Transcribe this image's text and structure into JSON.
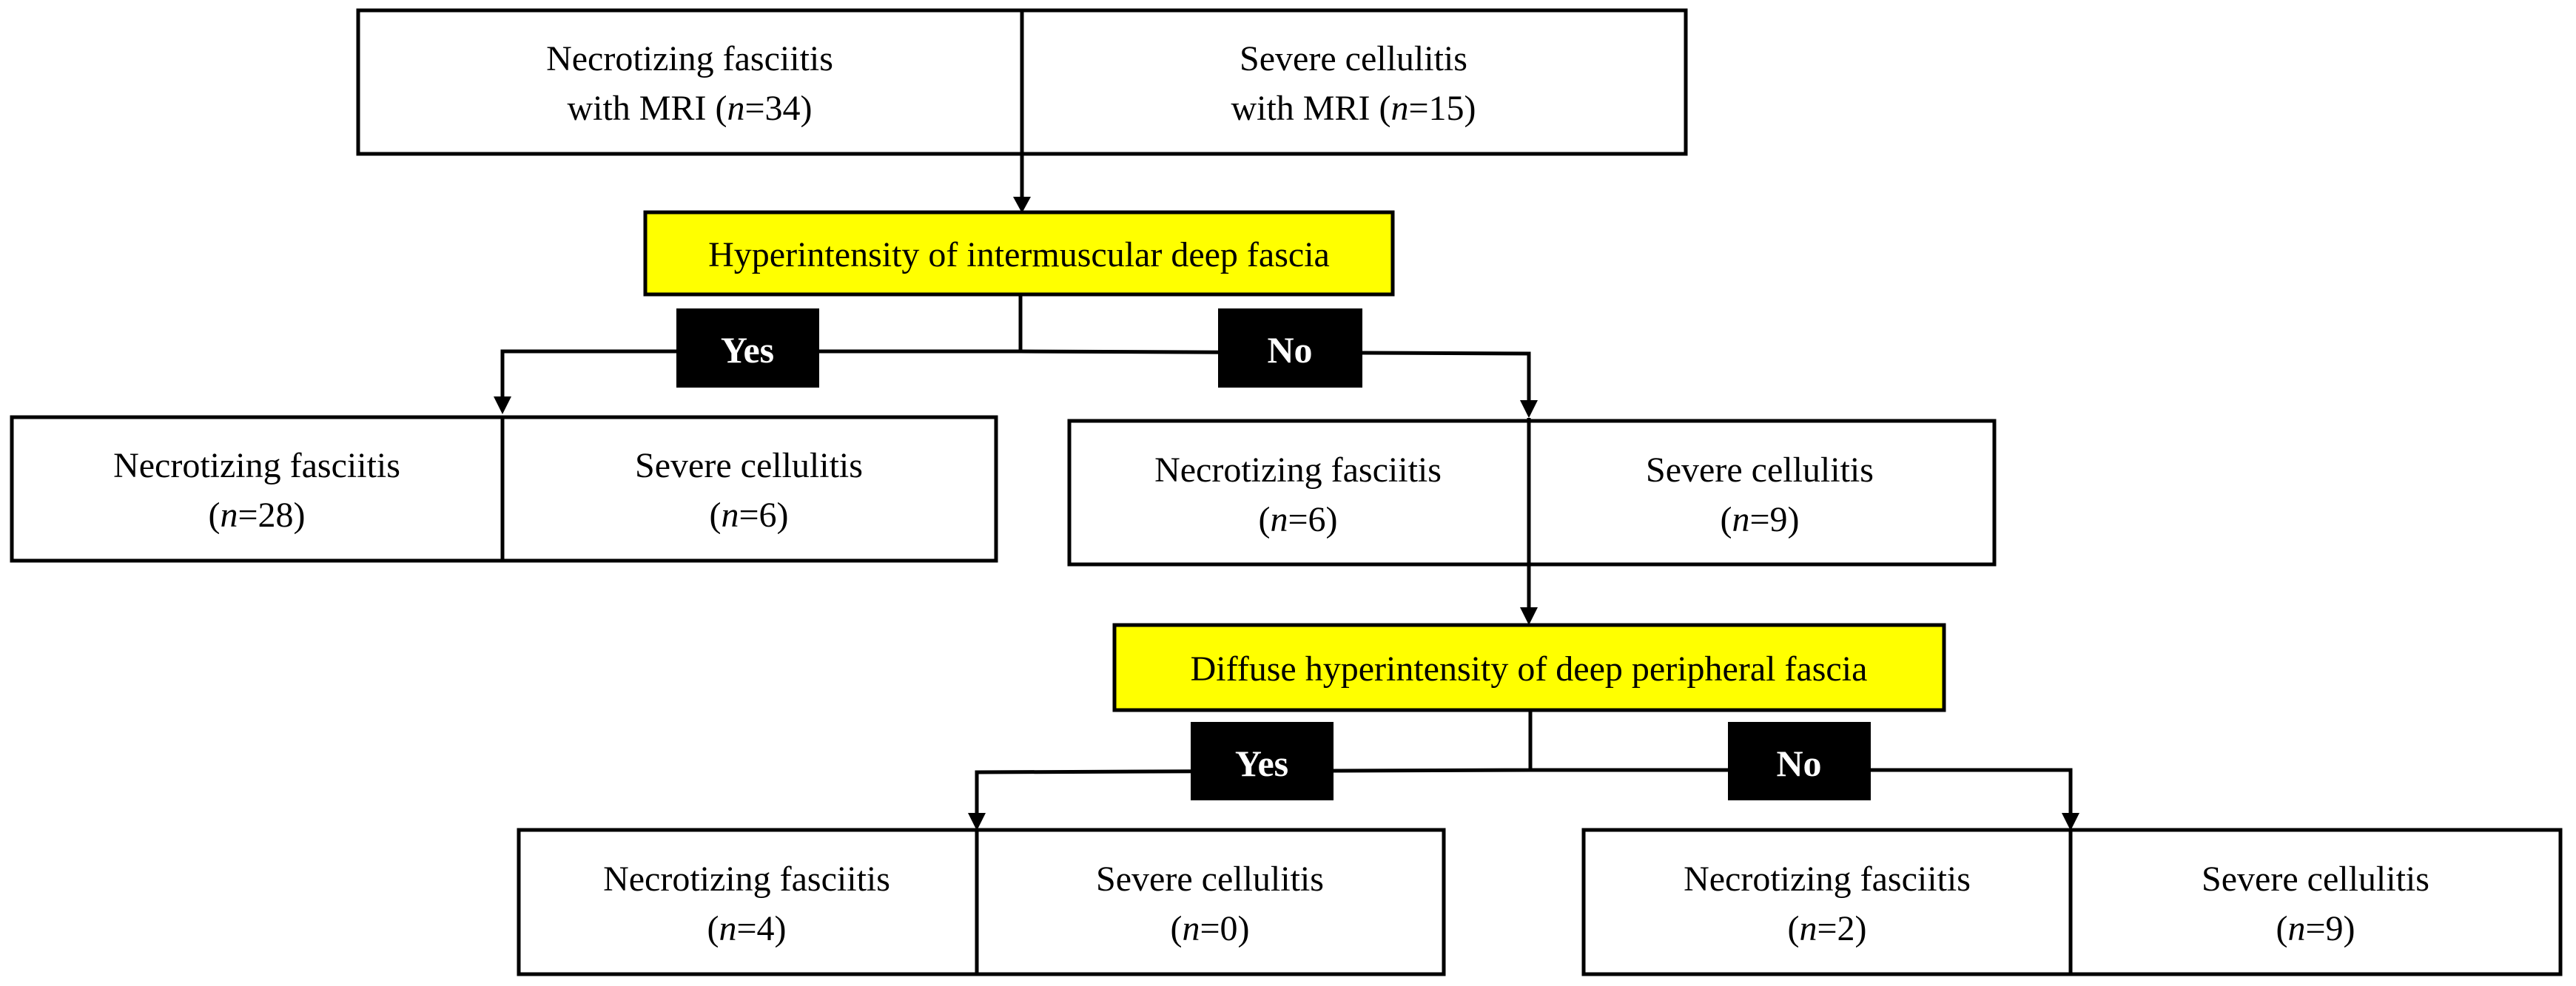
{
  "colors": {
    "question_fill": "#FFFF00",
    "branch_fill": "#000000",
    "line": "#000000"
  },
  "top": {
    "left": {
      "line1": "Necrotizing fasciitis",
      "line2_prefix": "with MRI (",
      "n_label": "n",
      "n_value": "=34)"
    },
    "right": {
      "line1": "Severe cellulitis",
      "line2_prefix": "with MRI (",
      "n_label": "n",
      "n_value": "=15)"
    }
  },
  "question1": {
    "text": "Hyperintensity of intermuscular deep fascia"
  },
  "branch1": {
    "yes": "Yes",
    "no": "No"
  },
  "level2": {
    "yes_left": {
      "line1": "Necrotizing fasciitis",
      "open": "(",
      "n_label": "n",
      "n_value": "=28)"
    },
    "yes_right": {
      "line1": "Severe cellulitis",
      "open": "(",
      "n_label": "n",
      "n_value": "=6)"
    },
    "no_left": {
      "line1": "Necrotizing fasciitis",
      "open": "(",
      "n_label": "n",
      "n_value": "=6)"
    },
    "no_right": {
      "line1": "Severe cellulitis",
      "open": "(",
      "n_label": "n",
      "n_value": "=9)"
    }
  },
  "question2": {
    "text": "Diffuse hyperintensity of deep peripheral fascia"
  },
  "branch2": {
    "yes": "Yes",
    "no": "No"
  },
  "level3": {
    "yes_left": {
      "line1": "Necrotizing fasciitis",
      "open": "(",
      "n_label": "n",
      "n_value": "=4)"
    },
    "yes_right": {
      "line1": "Severe cellulitis",
      "open": "(",
      "n_label": "n",
      "n_value": "=0)"
    },
    "no_left": {
      "line1": "Necrotizing fasciitis",
      "open": "(",
      "n_label": "n",
      "n_value": "=2)"
    },
    "no_right": {
      "line1": "Severe cellulitis",
      "open": "(",
      "n_label": "n",
      "n_value": "=9)"
    }
  }
}
